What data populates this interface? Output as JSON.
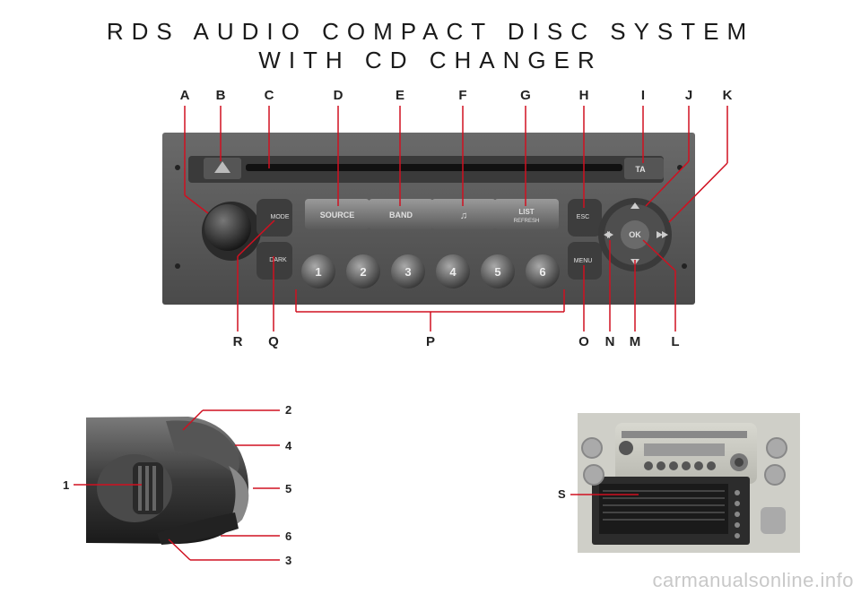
{
  "title": {
    "line1": "RDS AUDIO COMPACT DISC SYSTEM",
    "line2": "WITH CD CHANGER"
  },
  "top_labels": [
    "A",
    "B",
    "C",
    "D",
    "E",
    "F",
    "G",
    "H",
    "I",
    "J",
    "K"
  ],
  "bottom_labels": [
    "R",
    "Q",
    "P",
    "O",
    "N",
    "M",
    "L"
  ],
  "radio_buttons": {
    "mode": "MODE",
    "dark": "DARK",
    "source": "SOURCE",
    "band": "BAND",
    "note": "♫",
    "list": "LIST",
    "refresh": "REFRESH",
    "esc": "ESC",
    "menu": "MENU",
    "ok": "OK",
    "ta": "TA"
  },
  "presets": [
    "1",
    "2",
    "3",
    "4",
    "5",
    "6"
  ],
  "stalk_labels": [
    "2",
    "4",
    "1",
    "5",
    "6",
    "3"
  ],
  "changer_label": "S",
  "footer": "carmanualsonline.info"
}
